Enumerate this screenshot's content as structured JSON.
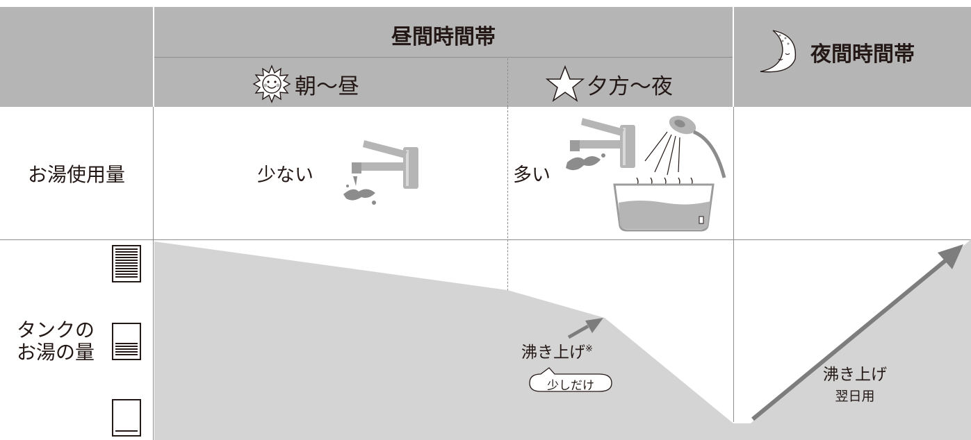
{
  "header": {
    "daytime_label": "昼間時間帯",
    "morning_label": "朝〜昼",
    "evening_label": "夕方〜夜",
    "night_label": "夜間時間帯"
  },
  "rows": {
    "usage_label": "お湯使用量",
    "tank_label_line1": "タンクの",
    "tank_label_line2": "お湯の量"
  },
  "usage": {
    "morning": "少ない",
    "evening": "多い"
  },
  "tank": {
    "boil_evening": "沸き上げ",
    "boil_evening_mark": "※",
    "boil_evening_note": "少しだけ",
    "boil_night": "沸き上げ",
    "boil_night_sub": "翌日用"
  },
  "colors": {
    "header_bg": "#b5b5b6",
    "area_fill": "#d4d4d5",
    "arrow": "#7d7d7e",
    "line": "#8c8c8c"
  },
  "icons": [
    "sun-icon",
    "star-icon",
    "moon-icon",
    "faucet-icon",
    "shower-icon",
    "bathtub-icon",
    "tank-full-icon",
    "tank-half-icon",
    "tank-empty-icon"
  ]
}
